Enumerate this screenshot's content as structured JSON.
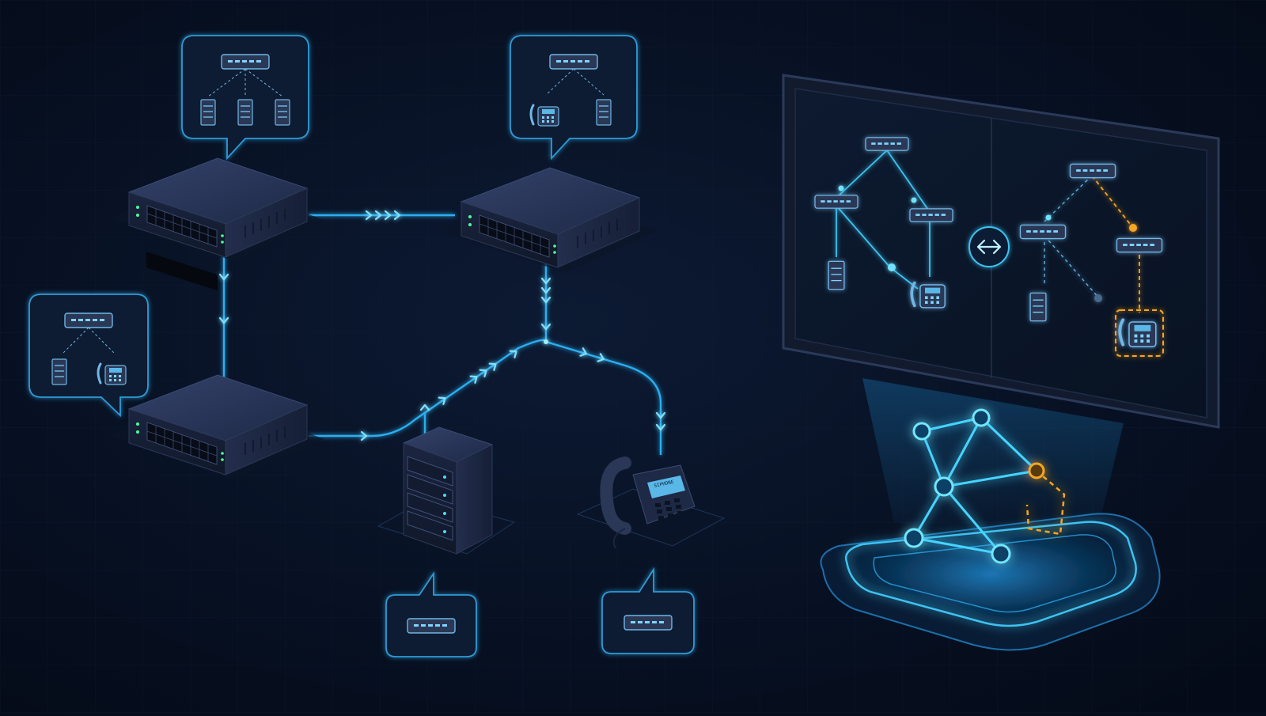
{
  "scene": {
    "kind": "network-topology-illustration",
    "colors": {
      "background": "#060d1d",
      "link": "#38c6f4",
      "link_glow": "#1a8fd0",
      "alert": "#f5a623",
      "device_body": "#1c2740",
      "device_top": "#2a3756",
      "callout_border": "#2d9ad6"
    }
  },
  "network": {
    "switches": [
      {
        "id": "switch-a",
        "icon": "network-switch-icon"
      },
      {
        "id": "switch-b",
        "icon": "network-switch-icon"
      },
      {
        "id": "switch-c",
        "icon": "network-switch-icon"
      }
    ],
    "endpoints": [
      {
        "id": "server",
        "icon": "server-tower-icon"
      },
      {
        "id": "ip-phone",
        "icon": "desk-phone-icon",
        "screen_text": "SIPHONE"
      }
    ],
    "callouts": [
      {
        "attached_to": "switch-a",
        "shows": [
          "switch",
          "server",
          "server",
          "server"
        ]
      },
      {
        "attached_to": "switch-b",
        "shows": [
          "switch",
          "phone",
          "server"
        ]
      },
      {
        "attached_to": "switch-c",
        "shows": [
          "switch",
          "server",
          "phone"
        ]
      },
      {
        "attached_to": "server",
        "shows": [
          "switch"
        ]
      },
      {
        "attached_to": "ip-phone",
        "shows": [
          "switch"
        ]
      }
    ],
    "links": [
      {
        "from": "switch-a",
        "to": "switch-b"
      },
      {
        "from": "switch-a",
        "to": "switch-c"
      },
      {
        "from": "switch-b",
        "to": "junction"
      },
      {
        "from": "switch-c",
        "to": "junction"
      },
      {
        "from": "junction",
        "to": "ip-phone"
      },
      {
        "from": "server",
        "to": "junction"
      }
    ]
  },
  "monitor": {
    "left_panel": {
      "state": "baseline",
      "icon": "topology-icon"
    },
    "center_icon": "compare-arrows-icon",
    "right_panel": {
      "state": "changed",
      "highlight": "phone",
      "highlight_color": "#f5a623"
    }
  },
  "hologram": {
    "nodes": 6,
    "highlight_color": "#f5a623"
  }
}
